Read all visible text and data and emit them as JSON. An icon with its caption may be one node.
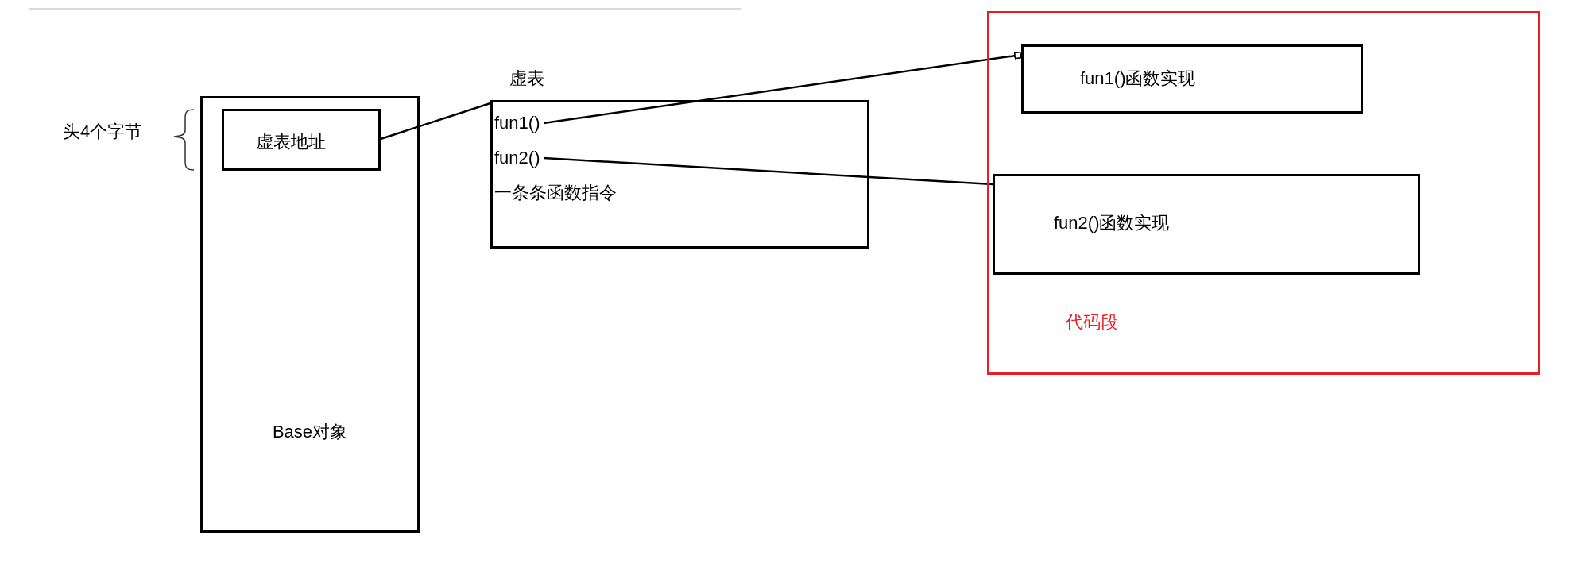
{
  "diagram": {
    "nodes": [
      {
        "text": [
          "Base对象"
        ]
      },
      {
        "text": [
          "虚表地址"
        ],
        "in": 0
      },
      {
        "text": [
          "虚表",
          "一条条函数指令"
        ]
      },
      {
        "text": [
          "fun1()"
        ],
        "in": 2
      },
      {
        "text": [
          "fun2()"
        ],
        "in": 2
      },
      {
        "text": [
          "代码段"
        ]
      },
      {
        "text": [
          "fun1()函数实现"
        ],
        "in": 5
      },
      {
        "text": [
          "fun2()函数实现"
        ],
        "in": 5
      }
    ],
    "edges": [
      {
        "from": 1,
        "to": 2,
        "arrow": "none"
      },
      {
        "from": 3,
        "to": 6,
        "arrow": "other"
      },
      {
        "from": 4,
        "to": 7,
        "arrow": "none"
      }
    ],
    "labels": [
      "头4个字节"
    ]
  }
}
